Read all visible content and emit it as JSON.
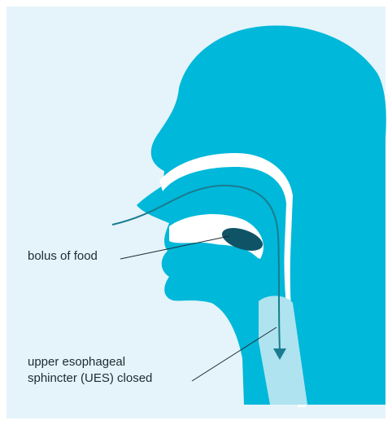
{
  "labels": {
    "bolus": "bolus of food",
    "ues_line1": "upper esophageal",
    "ues_line2": "sphincter (UES) closed"
  },
  "colors": {
    "background": "#e4f4fa",
    "head": "#00b8d9",
    "cavity": "#ffffff",
    "bolus": "#0f5466",
    "arrow": "#1a7c8f",
    "esophagus_light": "#aee3ef",
    "leader": "#1c2b33"
  }
}
